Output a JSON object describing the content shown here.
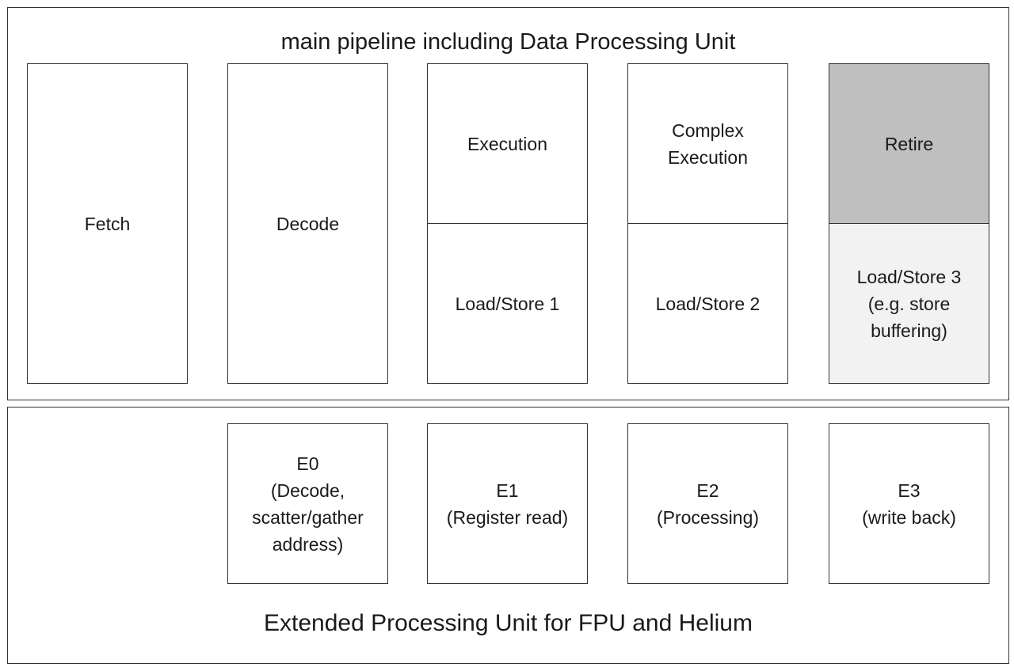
{
  "main_pipeline": {
    "title": "main pipeline including Data Processing Unit",
    "stages": {
      "fetch": "Fetch",
      "decode": "Decode",
      "execution": "Execution",
      "load_store_1": "Load/Store 1",
      "complex_execution": "Complex\nExecution",
      "load_store_2": "Load/Store 2",
      "retire": "Retire",
      "load_store_3": "Load/Store 3\n(e.g. store\nbuffering)"
    }
  },
  "extended_unit": {
    "title": "Extended Processing Unit for FPU and Helium",
    "stages": {
      "e0": "E0\n(Decode,\nscatter/gather\naddress)",
      "e1": "E1\n(Register read)",
      "e2": "E2\n(Processing)",
      "e3": "E3\n(write back)"
    }
  },
  "colors": {
    "retire_fill": "#bfbfbf",
    "load_store_3_fill": "#f2f2f2",
    "border": "#333333"
  }
}
